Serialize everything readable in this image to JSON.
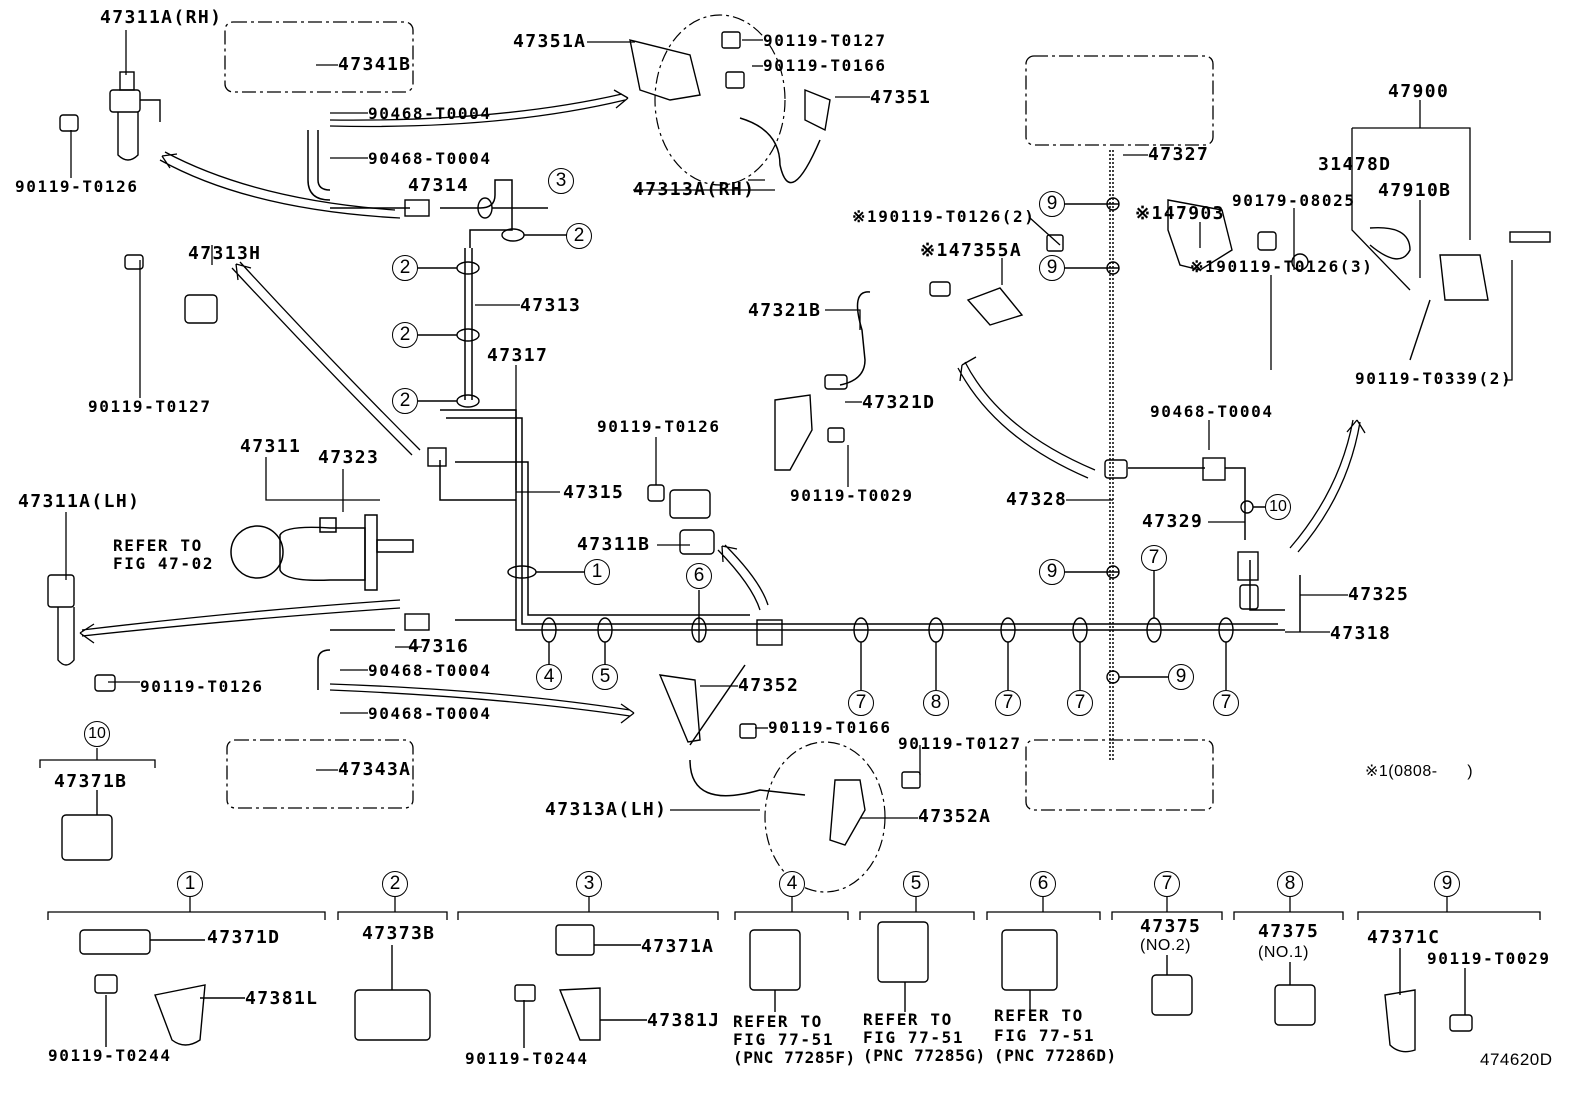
{
  "diagram": {
    "catalog_number": "474620D",
    "labels": [
      "47311A(RH)",
      "47341B",
      "90468-T0004",
      "90468-T0004",
      "47314",
      "90119-T0126",
      "47351A",
      "90119-T0127",
      "90119-T0166",
      "47351",
      "47313A(RH)",
      "47313H",
      "47313",
      "90119-T0127",
      "47317",
      "47311",
      "47323",
      "47315",
      "47311A(LH)",
      "REFER TO",
      "FIG 47-02",
      "47316",
      "90468-T0004",
      "90119-T0126",
      "90468-T0004",
      "47343A",
      "47371B",
      "90119-T0126",
      "47311B",
      "47352",
      "90119-T0166",
      "90119-T0127",
      "47313A(LH)",
      "47352A",
      "47327",
      "※190119-T0126(2)",
      "※147355A",
      "47321B",
      "47321D",
      "90119-T0029",
      "47328",
      "90468-T0004",
      "47329",
      "47325",
      "47318",
      "※147903",
      "90179-08025",
      "47900",
      "31478D",
      "47910B",
      "※190119-T0126(3)",
      "90119-T0339(2)",
      "※1(0808-      )",
      "47371D",
      "47381L",
      "90119-T0244",
      "47373B",
      "47371A",
      "47381J",
      "90119-T0244",
      "REFER TO",
      "FIG 77-51",
      "(PNC 77285F)",
      "REFER TO",
      "FIG 77-51",
      "(PNC 77285G)",
      "REFER TO",
      "FIG 77-51",
      "(PNC 77286D)",
      "47375",
      "(NO.2)",
      "47375",
      "(NO.1)",
      "47371C",
      "90119-T0029"
    ],
    "callouts": [
      "3",
      "2",
      "2",
      "2",
      "2",
      "1",
      "4",
      "5",
      "6",
      "7",
      "8",
      "7",
      "7",
      "7",
      "7",
      "9",
      "9",
      "9",
      "9",
      "10",
      "10"
    ],
    "legend_groups": [
      "1",
      "2",
      "3",
      "4",
      "5",
      "6",
      "7",
      "8",
      "9"
    ]
  }
}
